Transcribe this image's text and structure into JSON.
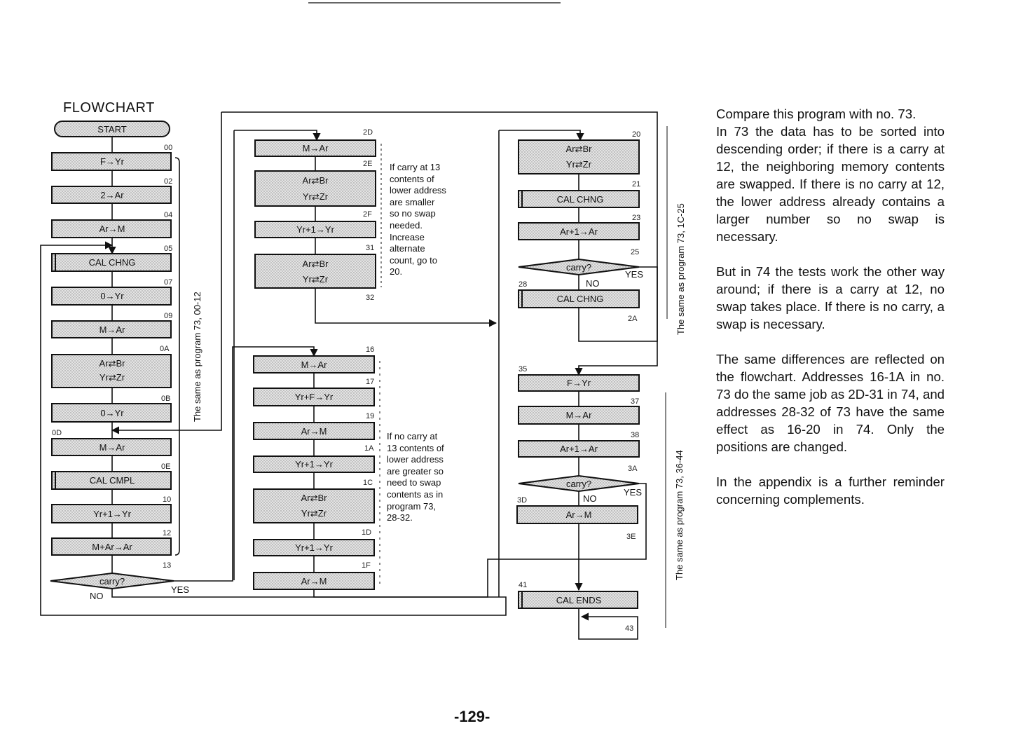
{
  "title": "FLOWCHART",
  "start_label": "START",
  "col1": [
    {
      "addr": "00",
      "label": "F→Yr"
    },
    {
      "addr": "02",
      "label": "2→Ar"
    },
    {
      "addr": "04",
      "label": "Ar→M"
    },
    {
      "addr": "05",
      "label": "CAL CHNG"
    },
    {
      "addr": "07",
      "label": "0→Yr"
    },
    {
      "addr": "09",
      "label": "M→Ar"
    },
    {
      "addr": "0A",
      "label": "Ar⇄Br",
      "label2": "Yr⇄Zr"
    },
    {
      "addr": "0B",
      "label": "0→Yr"
    },
    {
      "addr": "0D",
      "label": "M→Ar"
    },
    {
      "addr": "0E",
      "label": "CAL CMPL"
    },
    {
      "addr": "10",
      "label": "Yr+1→Yr"
    },
    {
      "addr": "12",
      "label": "M+Ar→Ar"
    }
  ],
  "col1_decision": {
    "addr": "13",
    "label": "carry?",
    "yes": "YES",
    "no": "NO"
  },
  "col2_top": [
    {
      "addr": "2D",
      "label": "M→Ar"
    },
    {
      "addr": "2E",
      "label": "Ar⇄Br",
      "label2": "Yr⇄Zr"
    },
    {
      "addr": "2F",
      "label": "Yr+1→Yr"
    },
    {
      "addr": "31",
      "label": "Ar⇄Br",
      "label2": "Yr⇄Zr"
    }
  ],
  "col2_top_end_addr": "32",
  "col2_bottom": [
    {
      "addr": "16",
      "label": "M→Ar"
    },
    {
      "addr": "17",
      "label": "Yr+F→Yr"
    },
    {
      "addr": "19",
      "label": "Ar→M"
    },
    {
      "addr": "1A",
      "label": "Yr+1→Yr"
    },
    {
      "addr": "1C",
      "label": "Ar⇄Br",
      "label2": "Yr⇄Zr"
    },
    {
      "addr": "1D",
      "label": "Yr+1→Yr"
    },
    {
      "addr": "1F",
      "label": "Ar→M"
    }
  ],
  "note_top": "If carry at 13\ncontents of\nlower address\nare smaller\nso no swap\nneeded.\nIncrease\nalternate\ncount, go to\n20.",
  "note_bottom": "If no carry at\n13 contents of\nlower address\nare greater so\nneed to swap\ncontents as in\nprogram 73,\n28-32.",
  "col3_top": [
    {
      "addr": "20",
      "label": "Ar⇄Br",
      "label2": "Yr⇄Zr"
    },
    {
      "addr": "21",
      "label": "CAL CHNG"
    },
    {
      "addr": "23",
      "label": "Ar+1→Ar"
    }
  ],
  "col3_decision1": {
    "addr": "25",
    "label": "carry?",
    "yes": "YES",
    "no": "NO"
  },
  "col3_chng2": {
    "addr": "28",
    "label": "CAL CHNG"
  },
  "col3_addr_2A": "2A",
  "col3_bottom": [
    {
      "addr": "35",
      "label": "F→Yr"
    },
    {
      "addr": "37",
      "label": "M→Ar"
    },
    {
      "addr": "38",
      "label": "Ar+1→Ar"
    }
  ],
  "col3_decision2": {
    "addr": "3A",
    "label": "carry?",
    "yes": "YES",
    "no": "NO"
  },
  "col3_store": {
    "addr": "3D",
    "label": "Ar→M"
  },
  "col3_addr_3E": "3E",
  "col3_ends": {
    "addr": "41",
    "label": "CAL ENDS"
  },
  "col3_addr_43": "43",
  "side_label_1": "The same as program 73, 00-12",
  "side_label_2": "The same as program 73, 1C-25",
  "side_label_3": "The same as program 73, 36-44",
  "paragraphs": [
    "Compare this program with no. 73.",
    "In 73 the data has to be sorted into descending order; if there is a carry at 12, the neighboring memory contents are swapped. If there is no carry at 12, the lower address already contains a larger number so no swap is necessary.",
    "But in 74 the tests work the other way around; if there is a carry at 12, no swap takes place. If there is no carry, a swap is necessary.",
    "The same differences are reflected on the flowchart. Addresses 16-1A in no. 73 do the same job as 2D-31 in 74, and addresses 28-32 of 73 have the same effect as 16-20 in 74. Only the positions are changed.",
    "In the appendix is a further reminder concerning complements."
  ],
  "page_number": "-129-"
}
